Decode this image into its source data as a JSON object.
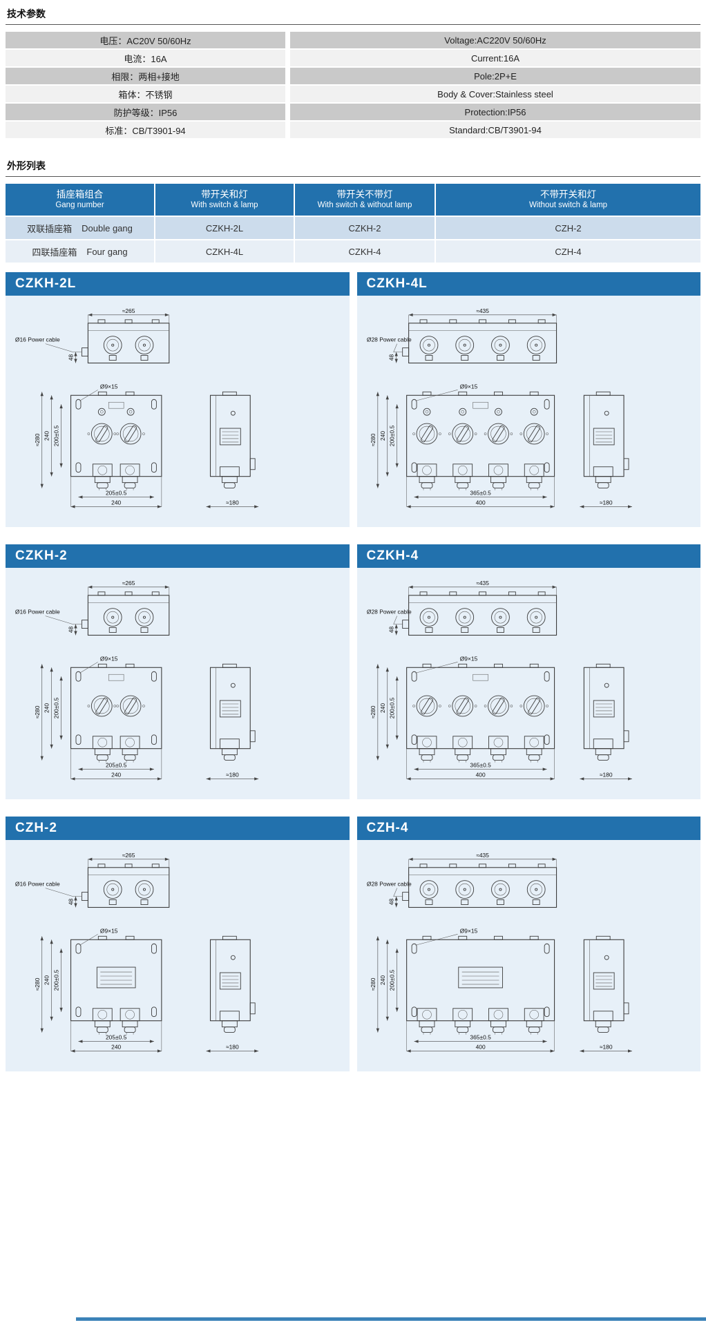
{
  "sections": {
    "tech_title": "技术参数",
    "outline_title": "外形列表"
  },
  "theme": {
    "header_blue": "#2271ad",
    "row_blue_dark": "#ccdcec",
    "row_blue_light": "#e8eff6",
    "row_gray_dark": "#c9c9c9",
    "row_gray_light": "#f1f1f1",
    "footer_blue": "#3b82b8"
  },
  "tech_params": {
    "rows": [
      {
        "cn": "电压：AC20V 50/60Hz",
        "en": "Voltage:AC220V 50/60Hz"
      },
      {
        "cn": "电流：16A",
        "en": "Current:16A"
      },
      {
        "cn": "相限：两相+接地",
        "en": "Pole:2P+E"
      },
      {
        "cn": "箱体：不锈钢",
        "en": "Body & Cover:Stainless steel"
      },
      {
        "cn": "防护等级：IP56",
        "en": "Protection:IP56"
      },
      {
        "cn": "标准：CB/T3901-94",
        "en": "Standard:CB/T3901-94"
      }
    ]
  },
  "models": {
    "headers": [
      {
        "cn": "插座箱组合",
        "en": "Gang number"
      },
      {
        "cn": "带开关和灯",
        "en": "With switch & lamp"
      },
      {
        "cn": "带开关不带灯",
        "en": "With switch & without lamp"
      },
      {
        "cn": "不带开关和灯",
        "en": "Without switch & lamp"
      }
    ],
    "rows": [
      {
        "name_cn": "双联插座箱",
        "name_en": "Double gang",
        "cols": [
          "CZKH-2L",
          "CZKH-2",
          "CZH-2"
        ]
      },
      {
        "name_cn": "四联插座箱",
        "name_en": "Four gang",
        "cols": [
          "CZKH-4L",
          "CZKH-4",
          "CZH-4"
        ]
      }
    ]
  },
  "panels": [
    {
      "title": "CZKH-2L",
      "gang": 2,
      "style": "switch_lamp",
      "labels": {
        "cable": "Ø16 Power cable",
        "top_width": "≈265",
        "gland_h": "48",
        "holes": "Ø9×15",
        "height_approx": "≈280",
        "height_outer": "240",
        "height_holes": "200±0.5",
        "width_holes": "205±0.5",
        "width_outer": "240",
        "side_width": "≈180"
      }
    },
    {
      "title": "CZKH-4L",
      "gang": 4,
      "style": "switch_lamp",
      "labels": {
        "cable": "Ø28 Power cable",
        "top_width": "≈435",
        "gland_h": "48",
        "holes": "Ø9×15",
        "height_approx": "≈280",
        "height_outer": "240",
        "height_holes": "200±0.5",
        "width_holes": "365±0.5",
        "width_outer": "400",
        "side_width": "≈180"
      }
    },
    {
      "title": "CZKH-2",
      "gang": 2,
      "style": "switch",
      "labels": {
        "cable": "Ø16 Power cable",
        "top_width": "≈265",
        "gland_h": "48",
        "holes": "Ø9×15",
        "height_approx": "≈280",
        "height_outer": "240",
        "height_holes": "200±0.5",
        "width_holes": "205±0.5",
        "width_outer": "240",
        "side_width": "≈180"
      }
    },
    {
      "title": "CZKH-4",
      "gang": 4,
      "style": "switch",
      "labels": {
        "cable": "Ø28 Power cable",
        "top_width": "≈435",
        "gland_h": "48",
        "holes": "Ø9×15",
        "height_approx": "≈280",
        "height_outer": "240",
        "height_holes": "200±0.5",
        "width_holes": "365±0.5",
        "width_outer": "400",
        "side_width": "≈180"
      }
    },
    {
      "title": "CZH-2",
      "gang": 2,
      "style": "plain",
      "labels": {
        "cable": "Ø16 Power cable",
        "top_width": "≈265",
        "gland_h": "48",
        "holes": "Ø9×15",
        "height_approx": "≈280",
        "height_outer": "240",
        "height_holes": "200±0.5",
        "width_holes": "205±0.5",
        "width_outer": "240",
        "side_width": "≈180"
      }
    },
    {
      "title": "CZH-4",
      "gang": 4,
      "style": "plain",
      "labels": {
        "cable": "Ø28 Power cable",
        "top_width": "≈435",
        "gland_h": "48",
        "holes": "Ø9×15",
        "height_approx": "≈280",
        "height_outer": "240",
        "height_holes": "200±0.5",
        "width_holes": "365±0.5",
        "width_outer": "400",
        "side_width": "≈180"
      }
    }
  ]
}
